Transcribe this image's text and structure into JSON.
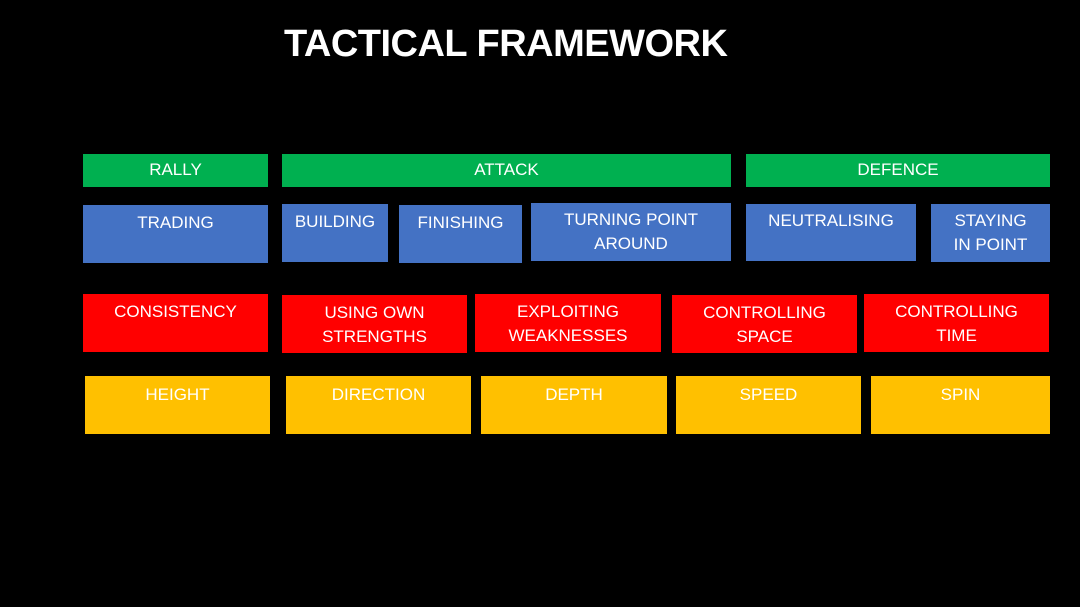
{
  "title": "TACTICAL FRAMEWORK",
  "colors": {
    "background": "#000000",
    "text": "#ffffff",
    "phase": "#00b050",
    "situation": "#4472c4",
    "intention": "#ff0000",
    "ball_control": "#ffc000"
  },
  "phases": [
    {
      "label": "RALLY"
    },
    {
      "label": "ATTACK"
    },
    {
      "label": "DEFENCE"
    }
  ],
  "situations": [
    {
      "label": "TRADING"
    },
    {
      "label": "BUILDING"
    },
    {
      "label": "FINISHING"
    },
    {
      "label": "TURNING POINT\nAROUND"
    },
    {
      "label": "NEUTRALISING"
    },
    {
      "label": "STAYING\nIN POINT"
    }
  ],
  "intentions": [
    {
      "label": "CONSISTENCY"
    },
    {
      "label": "USING OWN\nSTRENGTHS"
    },
    {
      "label": "EXPLOITING\nWEAKNESSES"
    },
    {
      "label": "CONTROLLING\nSPACE"
    },
    {
      "label": "CONTROLLING\nTIME"
    }
  ],
  "ball_controls": [
    {
      "label": "HEIGHT"
    },
    {
      "label": "DIRECTION"
    },
    {
      "label": "DEPTH"
    },
    {
      "label": "SPEED"
    },
    {
      "label": "SPIN"
    }
  ]
}
